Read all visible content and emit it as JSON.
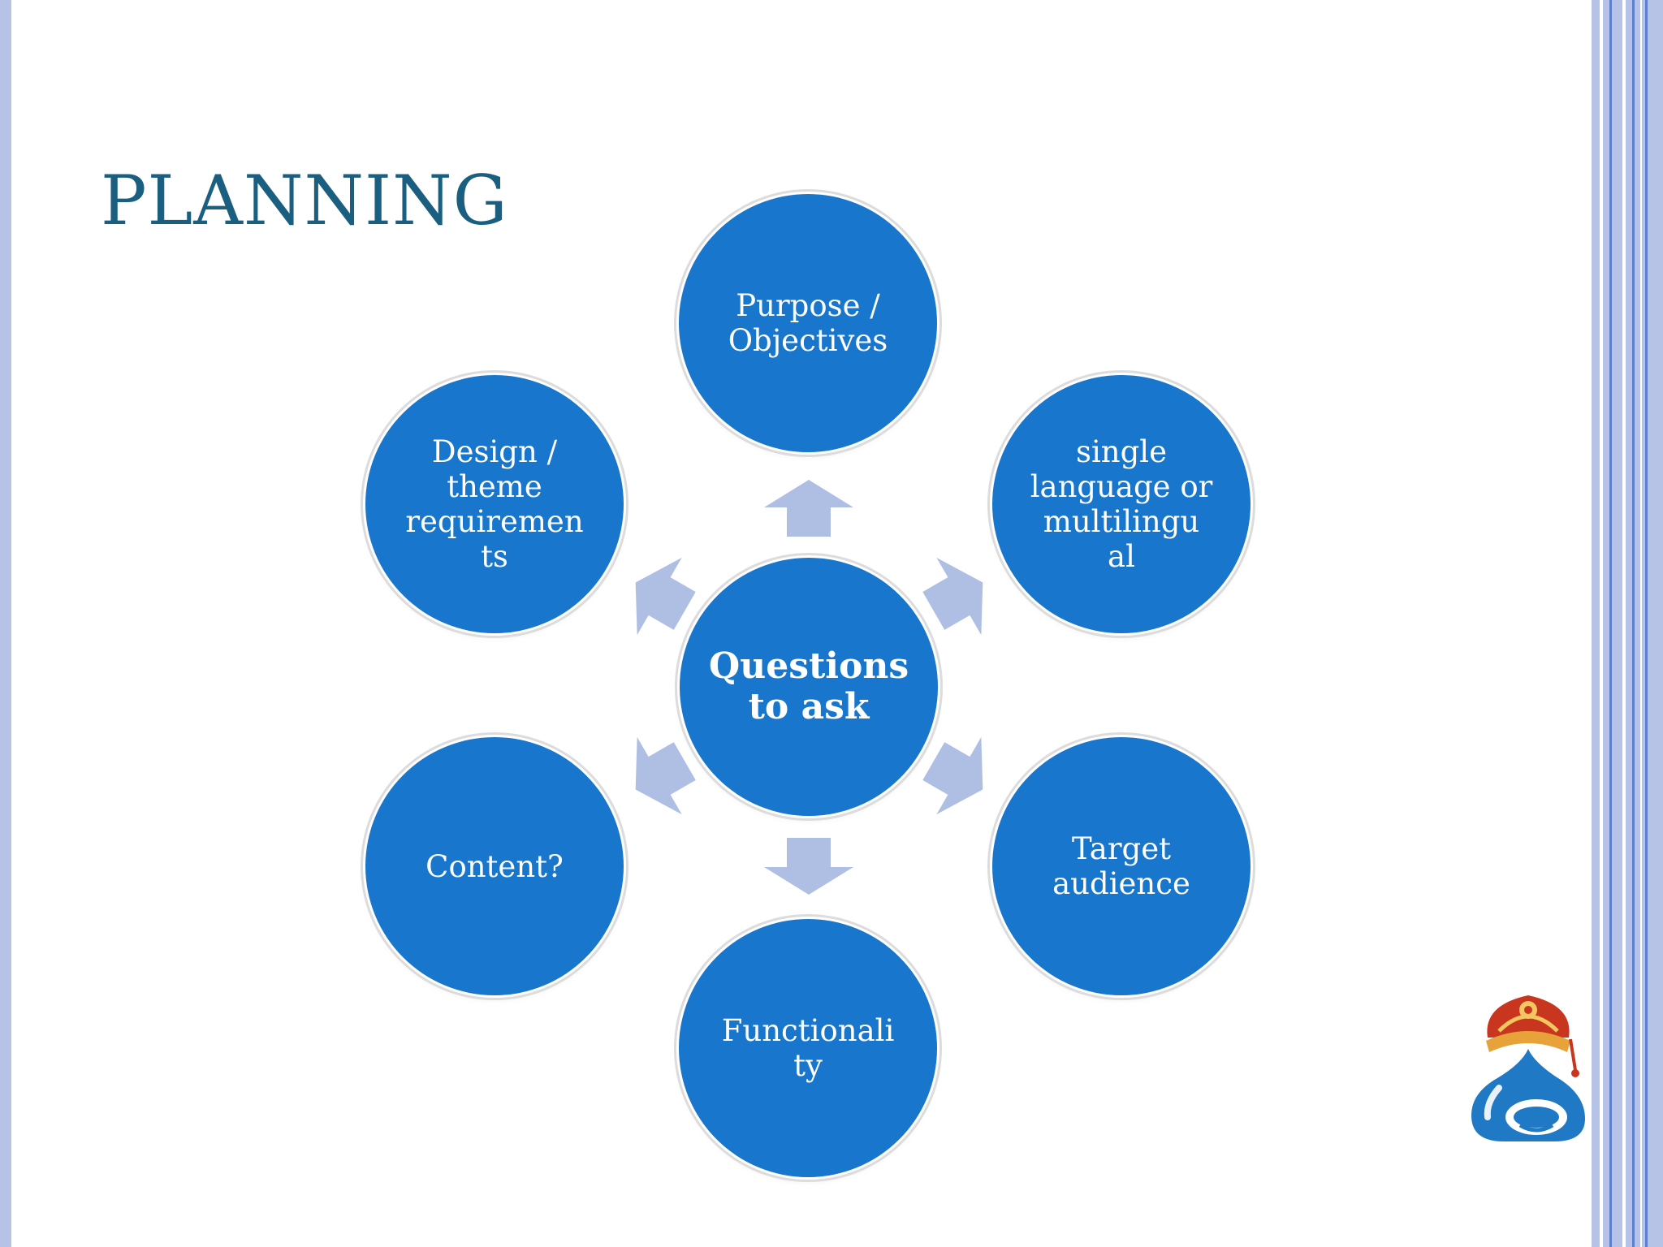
{
  "slide": {
    "title": "PLANNING"
  },
  "diagram": {
    "center": "Questions to ask",
    "nodes": [
      {
        "id": "purpose",
        "label": "Purpose /\nObjectives"
      },
      {
        "id": "language",
        "label": "single\nlanguage or\nmultilingu\nal"
      },
      {
        "id": "audience",
        "label": "Target\naudience"
      },
      {
        "id": "functionality",
        "label": "Functionali\nty"
      },
      {
        "id": "content",
        "label": "Content?"
      },
      {
        "id": "design",
        "label": "Design /\ntheme\nrequiremen\nts"
      }
    ]
  },
  "colors": {
    "title": "#1a5f7f",
    "node_fill": "#1877cc",
    "arrow_fill": "#aebfe3",
    "side_band": "#b7c3e6"
  },
  "icons": {
    "logo": "drupal-mascot-icon"
  }
}
